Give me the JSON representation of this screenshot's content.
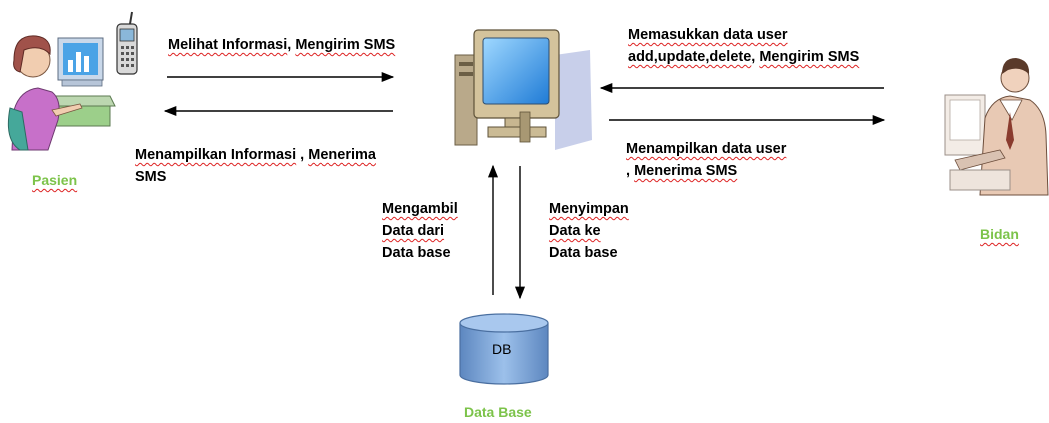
{
  "actors": {
    "pasien": "Pasien",
    "bidan": "Bidan",
    "database": "Data Base"
  },
  "db_label": "DB",
  "flows": {
    "pasien_to_system": {
      "part1": "Melihat Informasi",
      "sep": ", ",
      "part2": "Mengirim SMS"
    },
    "system_to_pasien": {
      "part1": "Menampilkan Informasi",
      "sep": " , ",
      "part2": "Menerima",
      "line2": "SMS"
    },
    "bidan_to_system": {
      "line1": "Memasukkan data user",
      "line2a": "add,update,delete",
      "sep": ", ",
      "line2b": "Mengirim SMS"
    },
    "system_to_bidan": {
      "line1": "Menampilkan data user",
      "line2a": ", ",
      "line2b": "Menerima SMS"
    },
    "db_to_system": {
      "line1": "Mengambil",
      "line2": "Data dari",
      "line3": "Data base"
    },
    "system_to_db": {
      "line1": "Menyimpan",
      "line2": "Data ke",
      "line3": "Data base"
    }
  },
  "colors": {
    "actor_label": "#7cc34a",
    "db_fill": "#7fa8d8",
    "db_stroke": "#4a6fa0",
    "screen": "#3aa0e8"
  }
}
